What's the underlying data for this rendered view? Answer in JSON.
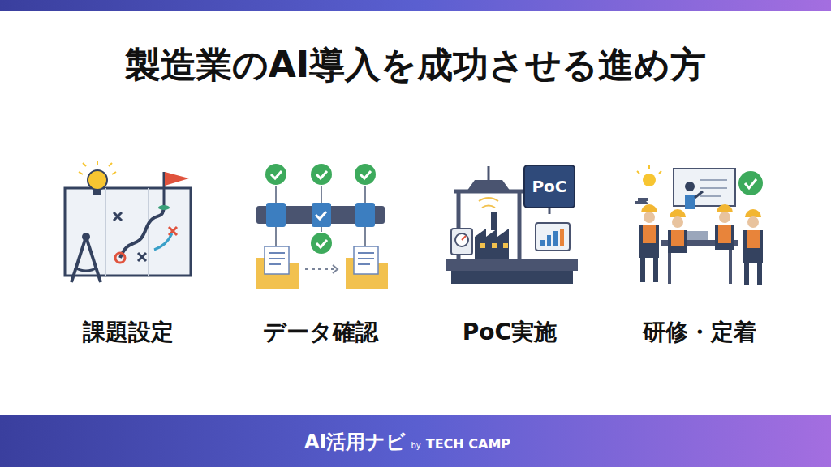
{
  "diagram": {
    "title": "製造業のAI導入を成功させる進め方",
    "labels": [
      "課題設定",
      "データ確認",
      "PoC実施",
      "研修・定着",
      "PoC",
      "AI活用ナビ",
      "by",
      "TECH CAMP"
    ]
  }
}
